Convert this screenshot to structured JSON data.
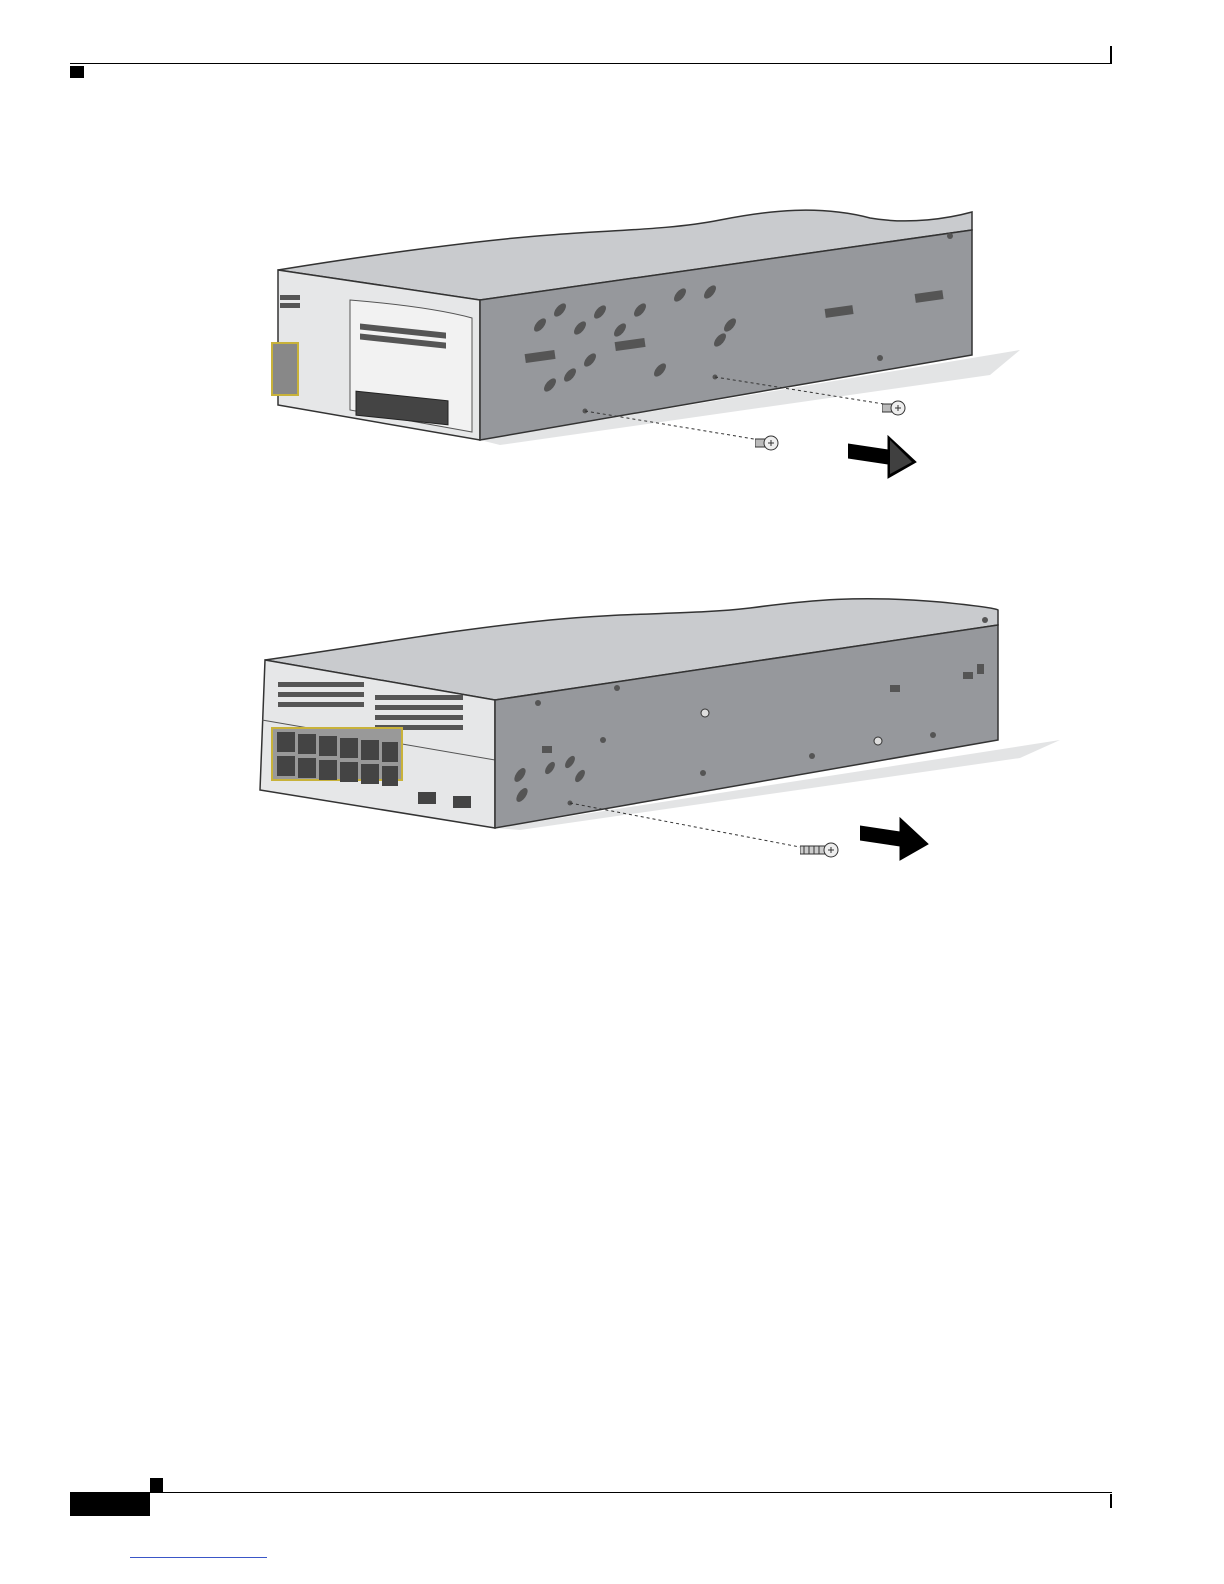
{
  "page": {
    "header": {},
    "footer": {}
  },
  "figures": [
    {
      "id": "fig-top",
      "subject": "network-switch-side-view",
      "icons": [
        "screw-icon",
        "screw-icon",
        "direction-arrow-icon"
      ]
    },
    {
      "id": "fig-bottom",
      "subject": "network-switch-side-view",
      "icons": [
        "screw-icon",
        "direction-arrow-icon"
      ]
    }
  ],
  "colors": {
    "chassis_side": "#96989c",
    "chassis_top": "#c9cbce",
    "chassis_front": "#e6e7e8",
    "shadow": "#e3e4e5",
    "port_outline": "#c8b23a",
    "link_underline": "#3a56c7"
  }
}
